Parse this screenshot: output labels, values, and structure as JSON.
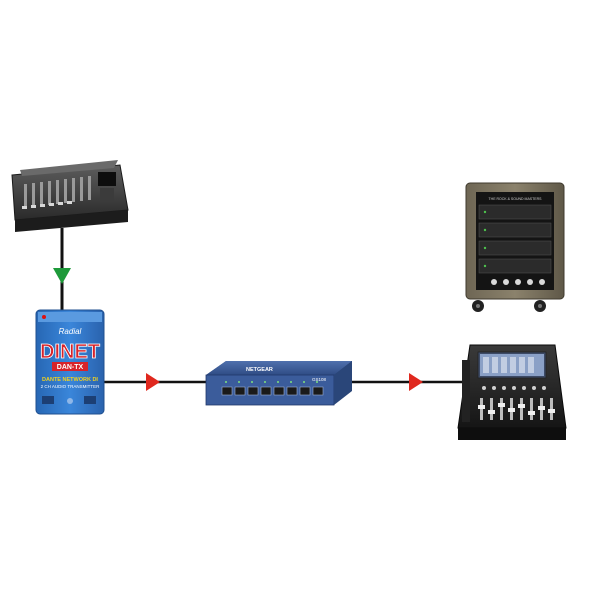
{
  "devices": {
    "di_box": {
      "brand": "Radial",
      "model": "DINET",
      "submodel": "DAN-TX",
      "line1": "DANTE NETWORK DI",
      "line2": "2 CH AUDIO TRANSMITTER"
    },
    "switch": {
      "brand": "NETGEAR",
      "model": "GS108"
    },
    "rack": {
      "label": "THE ROCK & SOUND MASTERS"
    }
  },
  "colors": {
    "link_line": "#111111",
    "arrow_down": "#1e9a3a",
    "arrow_right": "#e0281e",
    "di_blue": "#2f74c6",
    "switch_blue": "#3e5d9a"
  }
}
